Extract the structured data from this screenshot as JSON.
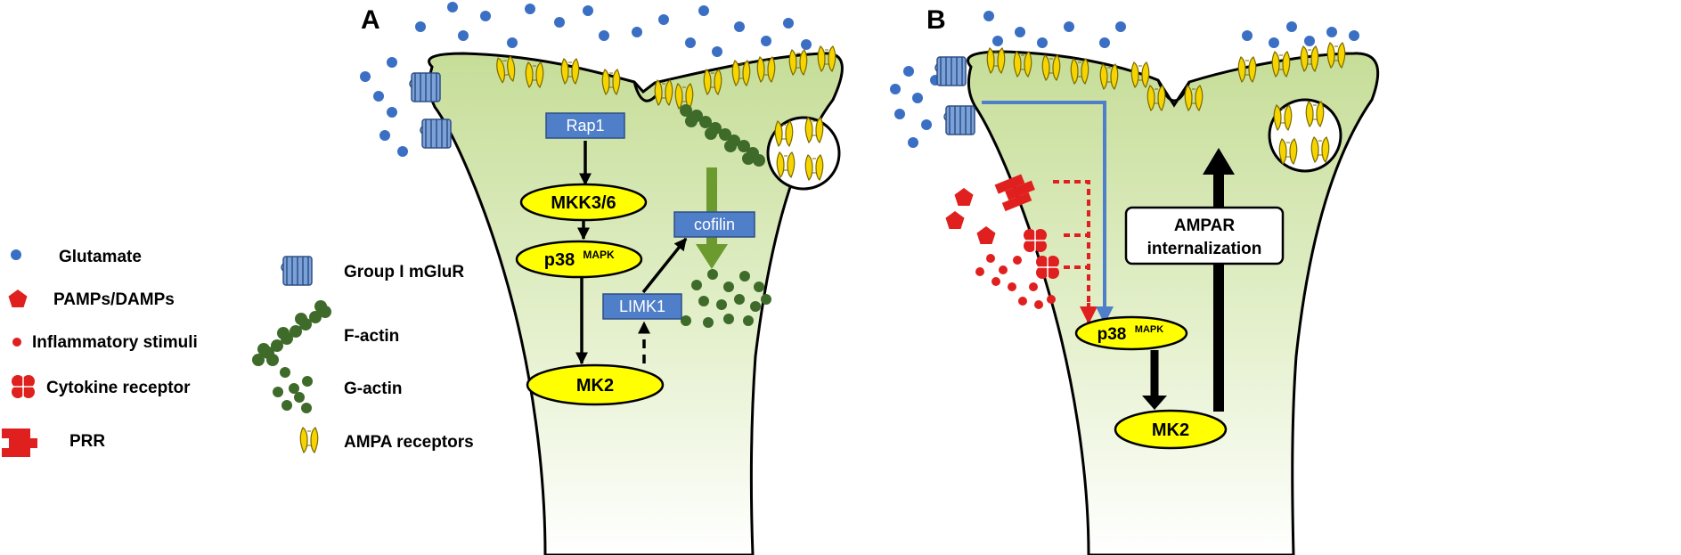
{
  "panels": {
    "a": {
      "letter": "A"
    },
    "b": {
      "letter": "B"
    }
  },
  "panel_a": {
    "rap1": "Rap1",
    "mkk": "MKK3/6",
    "p38": "p38",
    "p38_sup": "MAPK",
    "mk2": "MK2",
    "limk1": "LIMK1",
    "cofilin": "cofilin"
  },
  "panel_b": {
    "p38": "p38",
    "p38_sup": "MAPK",
    "mk2": "MK2",
    "ampar_line1": "AMPAR",
    "ampar_line2": "internalization"
  },
  "legend": {
    "glutamate": "Glutamate",
    "pamps": "PAMPs/DAMPs",
    "inflammatory": "Inflammatory stimuli",
    "cytokine": "Cytokine receptor",
    "prr": "PRR",
    "mglur": "Group I mGluR",
    "factin": "F-actin",
    "gactin": "G-actin",
    "ampa": "AMPA receptors"
  },
  "colors": {
    "glutamate": "#3a6fc4",
    "oval_fill": "#ffff00",
    "blue_box": "#4f7fc9",
    "red": "#e0201e",
    "green_dark": "#3f6b2a",
    "arrow_green": "#6b9a2e",
    "spine_top": "#cfe2a8",
    "spine_bottom": "#f7fbef"
  }
}
